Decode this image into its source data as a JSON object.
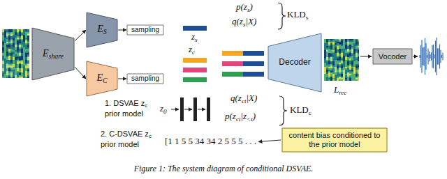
{
  "diagram": {
    "caption": "Figure 1: The system diagram of conditional DSVAE.",
    "nodes": [
      {
        "text": [
          "Eshare"
        ]
      },
      {
        "text": [
          "ES"
        ]
      },
      {
        "text": [
          "EC"
        ]
      },
      {
        "text": [
          "sampling"
        ]
      },
      {
        "text": [
          "sampling"
        ]
      },
      {
        "text": [
          "Decoder"
        ]
      },
      {
        "text": [
          "Vocoder"
        ]
      },
      {
        "text": [
          "content bias conditioned to the prior model"
        ]
      }
    ],
    "edges": [
      {
        "from": 0,
        "to": 1,
        "arrow": "to"
      },
      {
        "from": 0,
        "to": 2,
        "arrow": "to"
      },
      {
        "from": 1,
        "to": 3,
        "arrow": "to"
      },
      {
        "from": 2,
        "to": 4,
        "arrow": "to"
      }
    ],
    "labels": [
      "p(zs)",
      "q(zs|X)",
      "KLDs",
      "zs",
      "zc",
      "Lrec",
      "q(zct|X)",
      "p(zct|z<t)",
      "KLDc",
      "1. DSVAE zc prior model",
      "z0",
      "2. C-DSVAE zc prior model",
      "[1 1 5 5 34 34 2 5 5 5 . . ."
    ]
  }
}
